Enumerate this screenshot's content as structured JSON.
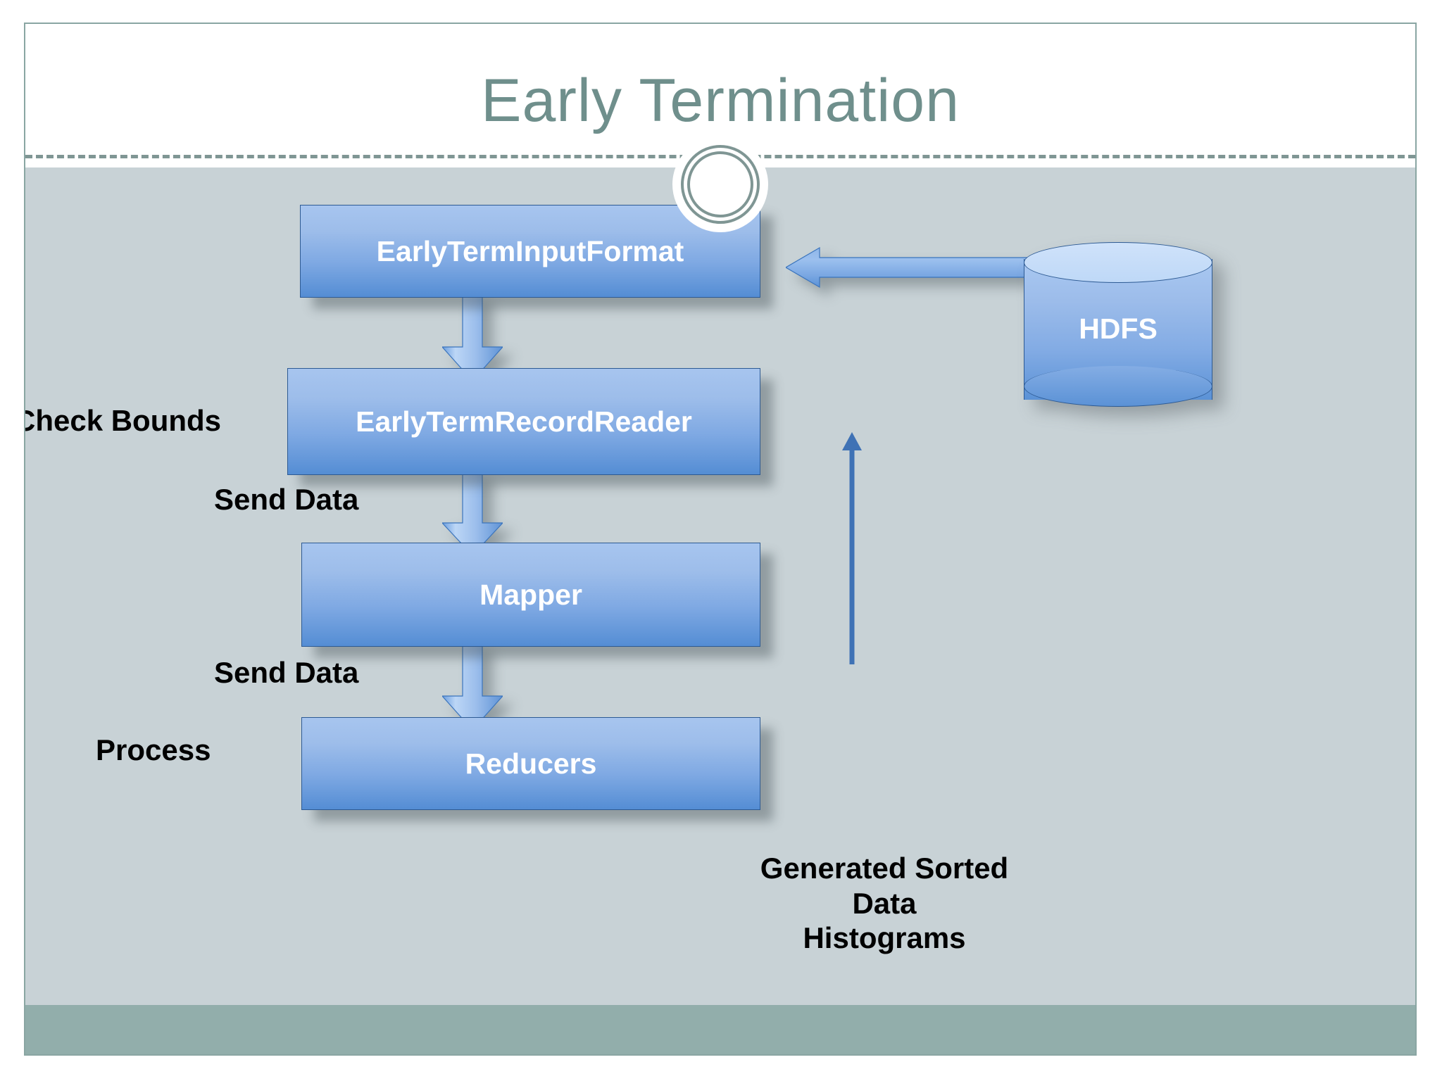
{
  "slide": {
    "title": "Early Termination",
    "theme": {
      "title_color": "#6f8f8c",
      "border_color": "#8aa6a3",
      "header_bg": "#ffffff",
      "body_bg": "#c8d2d6",
      "bottom_band": "#92aeab",
      "box_fill_top": "#a7c5ef",
      "box_fill_bottom": "#548dd4",
      "box_border": "#2d5a93",
      "box_text": "#ffffff",
      "annotation_text": "#000000",
      "thin_arrow": "#3f72b5"
    }
  },
  "flow": {
    "boxes": [
      {
        "id": "input-format",
        "label": "EarlyTermInputFormat"
      },
      {
        "id": "record-reader",
        "label": "EarlyTermRecordReader"
      },
      {
        "id": "mapper",
        "label": "Mapper"
      },
      {
        "id": "reducers",
        "label": "Reducers"
      }
    ],
    "annotations": [
      {
        "id": "check-bounds",
        "label": "Check Bounds"
      },
      {
        "id": "send-data-1",
        "label": "Send Data"
      },
      {
        "id": "send-data-2",
        "label": "Send Data"
      },
      {
        "id": "process",
        "label": "Process"
      }
    ]
  },
  "storage": {
    "label": "HDFS",
    "caption_lines": [
      "Generated Sorted",
      "Data",
      "Histograms"
    ]
  },
  "icons": {
    "circle_ornament": "double-ring-circle-icon",
    "arrow_down": "arrow-down-icon",
    "arrow_left": "arrow-left-icon",
    "arrow_up": "arrow-up-icon",
    "cylinder": "database-cylinder-icon"
  }
}
